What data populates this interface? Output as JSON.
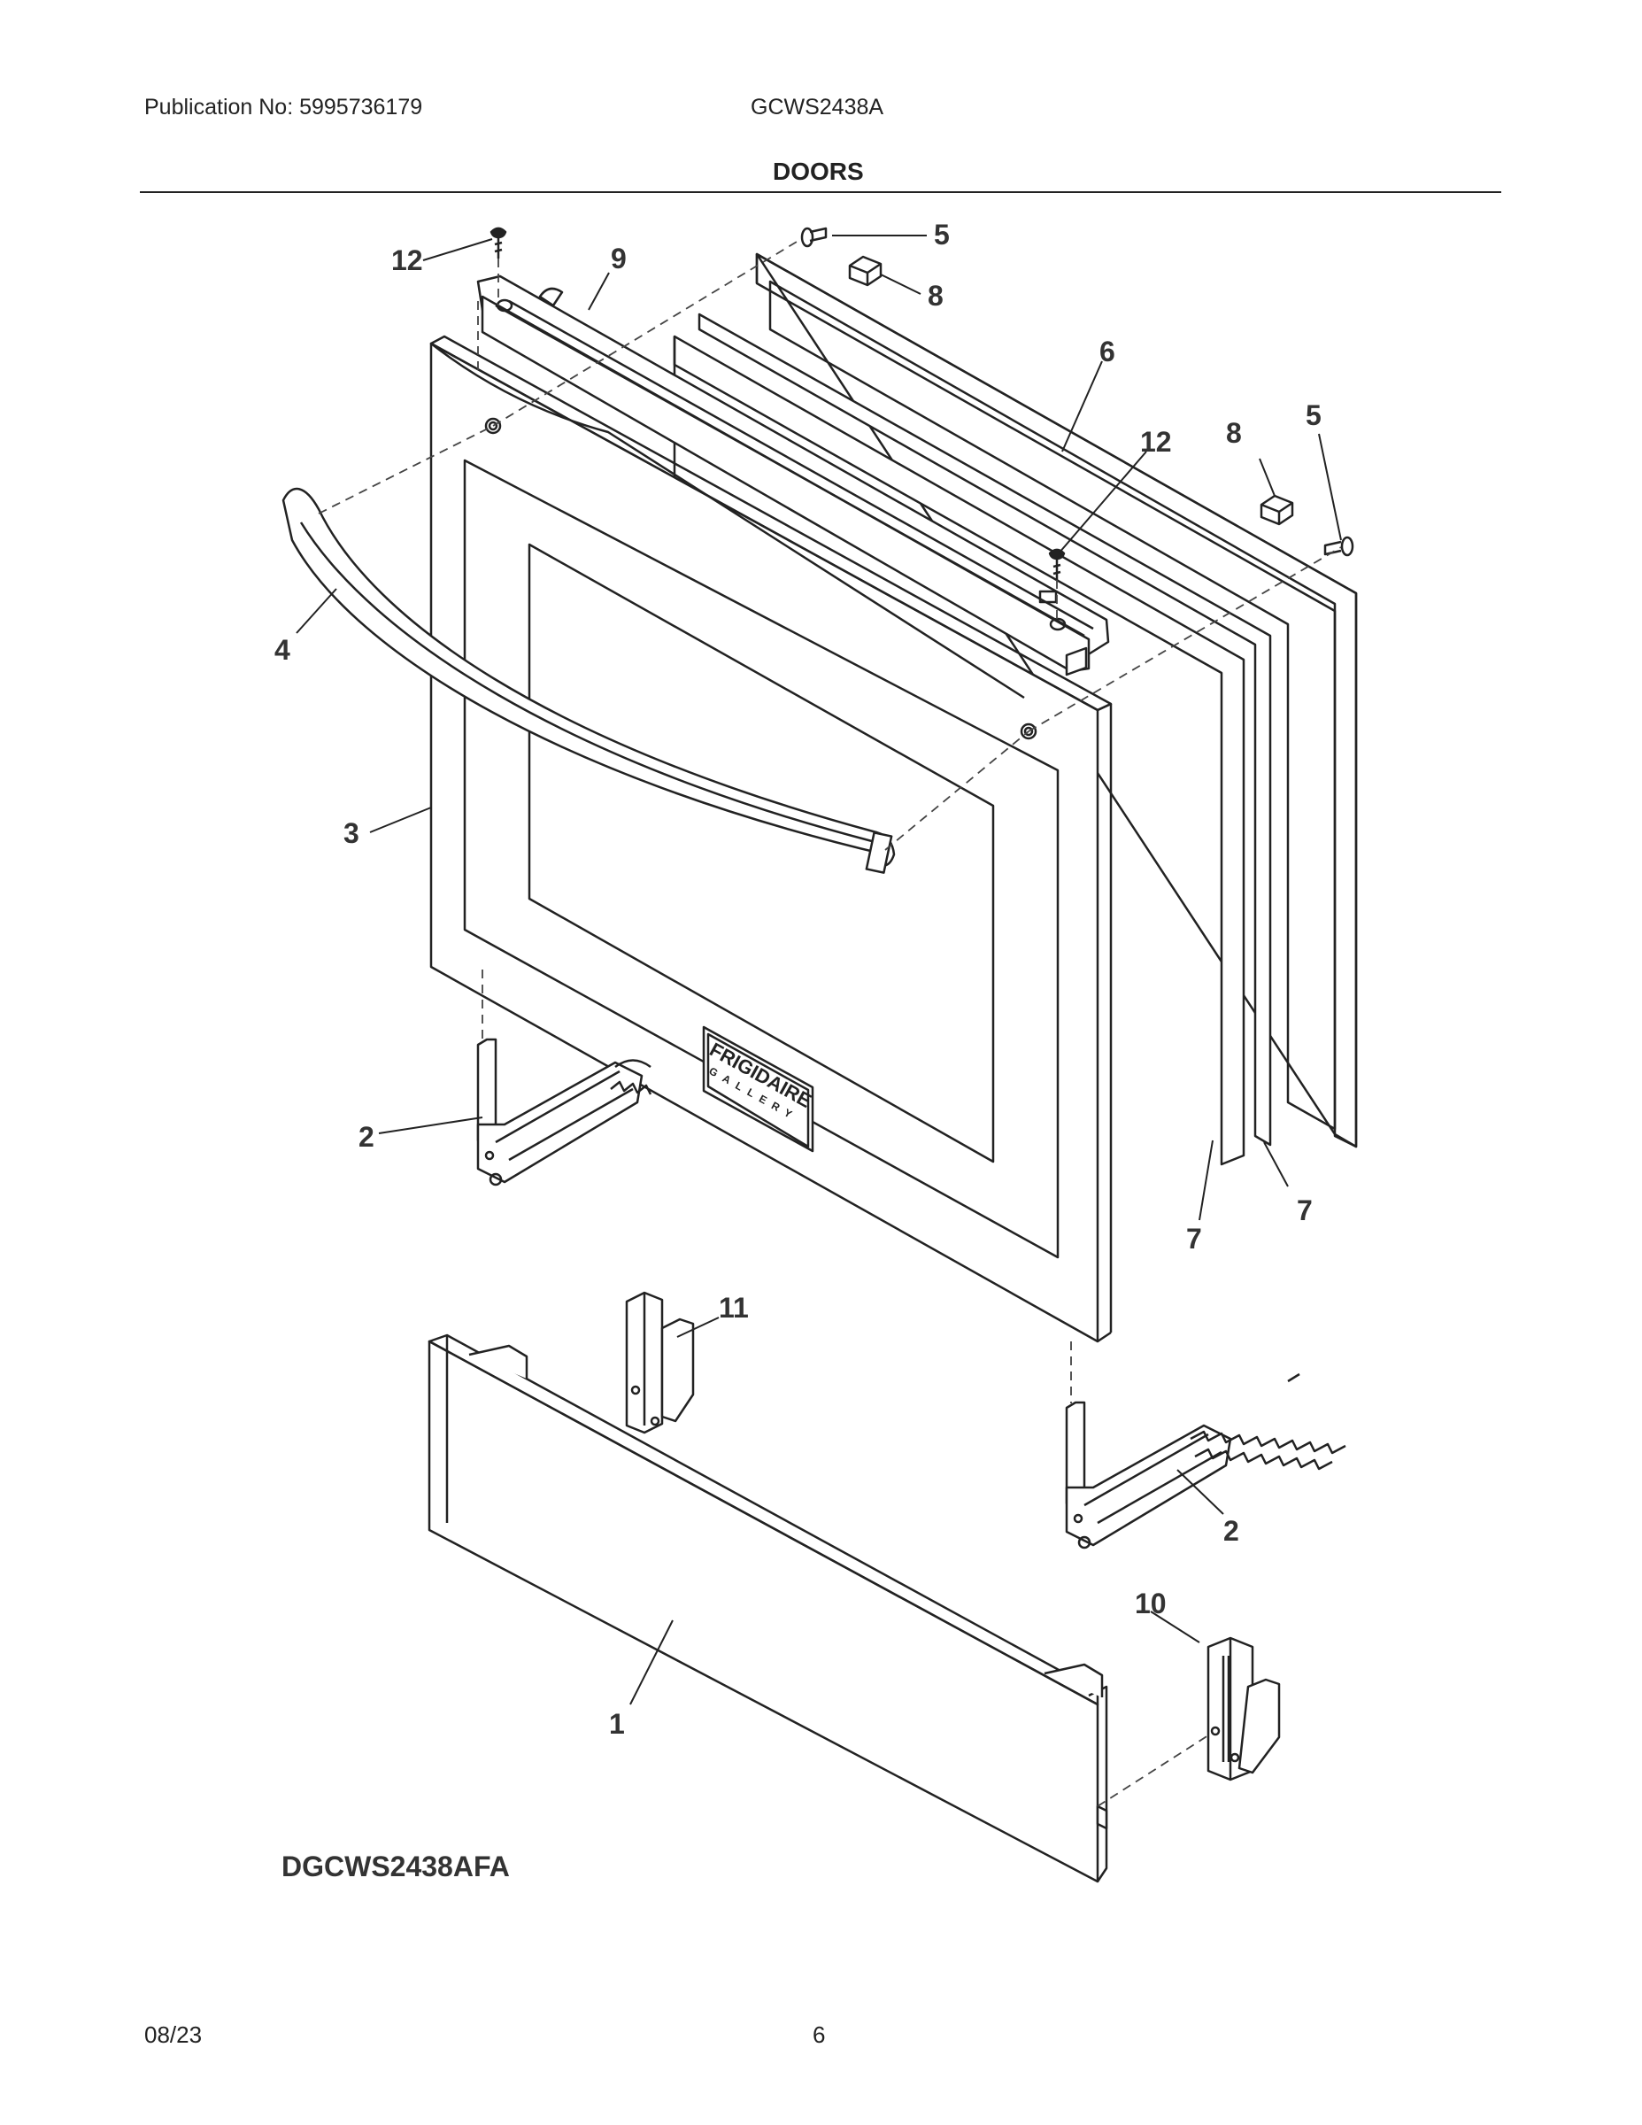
{
  "header": {
    "publication": "Publication No: 5995736179",
    "model": "GCWS2438A",
    "title": "DOORS"
  },
  "diagram": {
    "code": "DGCWS2438AFA",
    "brand_logo": {
      "line1": "FRIGIDAIRE",
      "line2": "GALLERY"
    },
    "callouts": {
      "c1": "1",
      "c2a": "2",
      "c2b": "2",
      "c3": "3",
      "c4": "4",
      "c5a": "5",
      "c5b": "5",
      "c6": "6",
      "c7a": "7",
      "c7b": "7",
      "c8a": "8",
      "c8b": "8",
      "c9": "9",
      "c10": "10",
      "c11": "11",
      "c12a": "12",
      "c12b": "12"
    }
  },
  "footer": {
    "date": "08/23",
    "page": "6"
  }
}
